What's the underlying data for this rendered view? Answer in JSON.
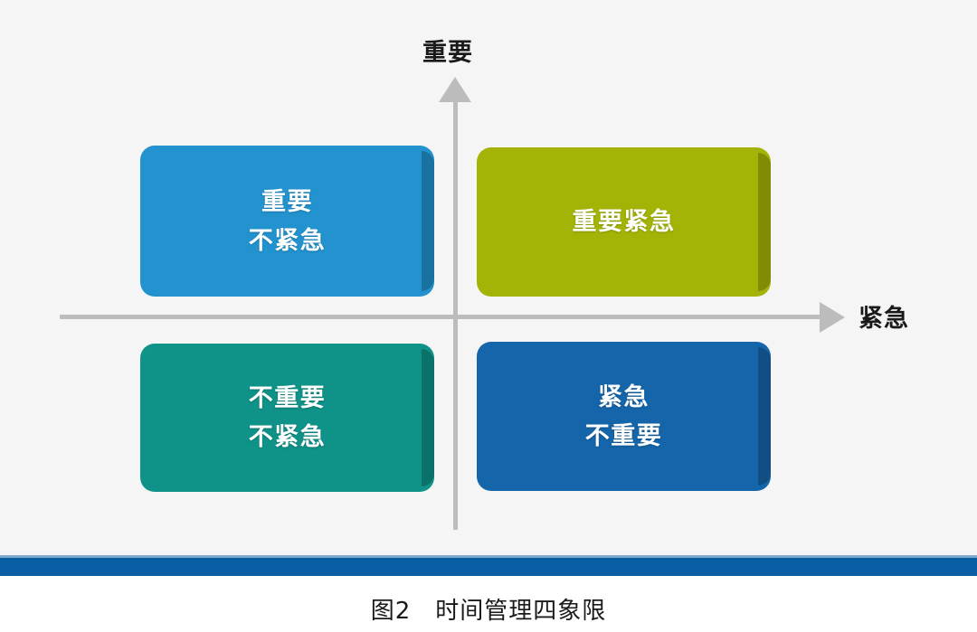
{
  "figure": {
    "background_color": "#f5f5f5",
    "caption": "图2　时间管理四象限",
    "caption_label": "图2",
    "caption_title": "时间管理四象限"
  },
  "axes": {
    "y_label": "重要",
    "x_label": "紧急",
    "axis_color": "#bcbcbc"
  },
  "footer": {
    "band_color": "#0a5ea4",
    "band_top_line_color": "#7fa8cd"
  },
  "chart_data": {
    "type": "diagram",
    "title": "时间管理四象限",
    "xlabel": "紧急",
    "ylabel": "重要",
    "quadrants": [
      {
        "id": "important-not-urgent",
        "position": "top-left",
        "lines": [
          "重要",
          "不紧急"
        ],
        "text": "重要\n不紧急",
        "color": "#2293cf",
        "shadow_color": "#1b76a6"
      },
      {
        "id": "important-urgent",
        "position": "top-right",
        "lines": [
          "重要紧急"
        ],
        "text": "重要紧急",
        "color": "#a3b406",
        "shadow_color": "#828f05"
      },
      {
        "id": "not-important-not-urgent",
        "position": "bottom-left",
        "lines": [
          "不重要",
          "不紧急"
        ],
        "text": "不重要\n不紧急",
        "color": "#0f9288",
        "shadow_color": "#0c766e"
      },
      {
        "id": "urgent-not-important",
        "position": "bottom-right",
        "lines": [
          "紧急",
          "不重要"
        ],
        "text": "紧急\n不重要",
        "color": "#1565aa",
        "shadow_color": "#114f87"
      }
    ]
  }
}
